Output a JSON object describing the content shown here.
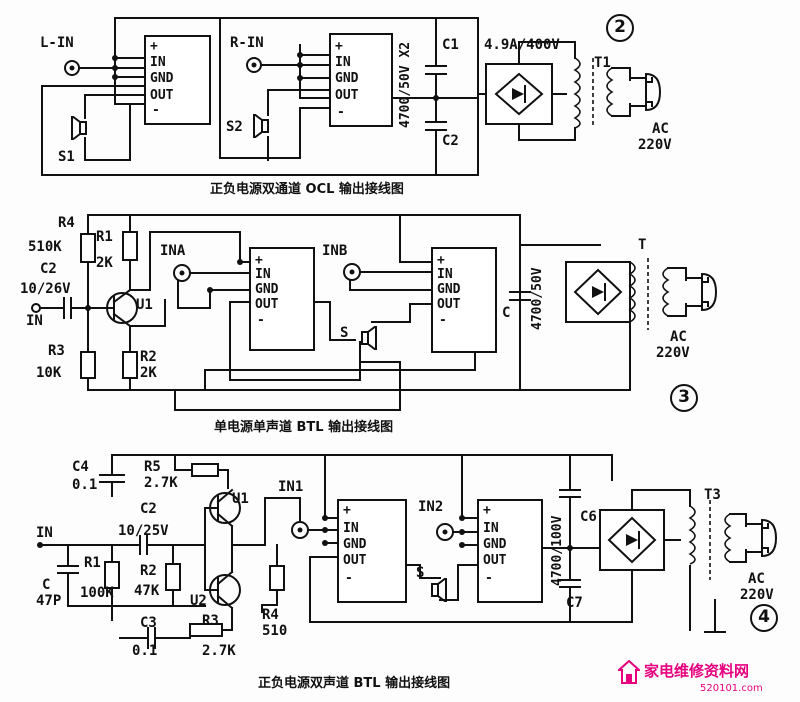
{
  "d2": {
    "number": "2",
    "l_in": "L-IN",
    "r_in": "R-IN",
    "c1": "C1",
    "c2": "C2",
    "cap_value": "4700/50V X2",
    "bridge": "4.9A/400V",
    "t": "T1",
    "ac": "AC",
    "ac_v": "220V",
    "s1": "S1",
    "s2": "S2",
    "caption": "正负电源双通道 OCL 输出接线图"
  },
  "d3": {
    "number": "3",
    "r4": "R4",
    "r4_val": "510K",
    "r1": "R1",
    "r1_val": "2K",
    "c2": "C2",
    "c2_val": "10/26V",
    "in": "IN",
    "u1": "U1",
    "r3": "R3",
    "r3_val": "10K",
    "r2": "R2",
    "r2_val": "2K",
    "ina": "INA",
    "inb": "INB",
    "s": "S",
    "c": "C",
    "c_val": "4700/50V",
    "t": "T",
    "ac": "AC",
    "ac_v": "220V",
    "caption": "单电源单声道 BTL 输出接线图"
  },
  "d4": {
    "number": "4",
    "c4": "C4",
    "c4_val": "0.1",
    "r5": "R5",
    "r5_val": "2.7K",
    "c2": "C2",
    "c2_val": "10/25V",
    "in": "IN",
    "r1": "R1",
    "r1_val": "100K",
    "r2": "R2",
    "r2_val": "47K",
    "c": "C",
    "c_val": "47P",
    "u1": "U1",
    "u2": "U2",
    "c3": "C3",
    "c3_val": "0.1",
    "r3": "R3",
    "r3_val": "2.7K",
    "r4": "R4",
    "r4_val": "510",
    "in1": "IN1",
    "in2": "IN2",
    "s": "S",
    "c6": "C6",
    "c7": "C7",
    "cap_value": "4700/100V",
    "t": "T3",
    "ac": "AC",
    "ac_v": "220V",
    "caption": "正负电源双声道 BTL 输出接线图"
  },
  "amp": {
    "plus": "+",
    "in": "IN",
    "gnd": "GND",
    "out": "OUT",
    "minus": "-"
  },
  "watermark": {
    "name": "家电维修资料网",
    "url": "520101.com"
  }
}
